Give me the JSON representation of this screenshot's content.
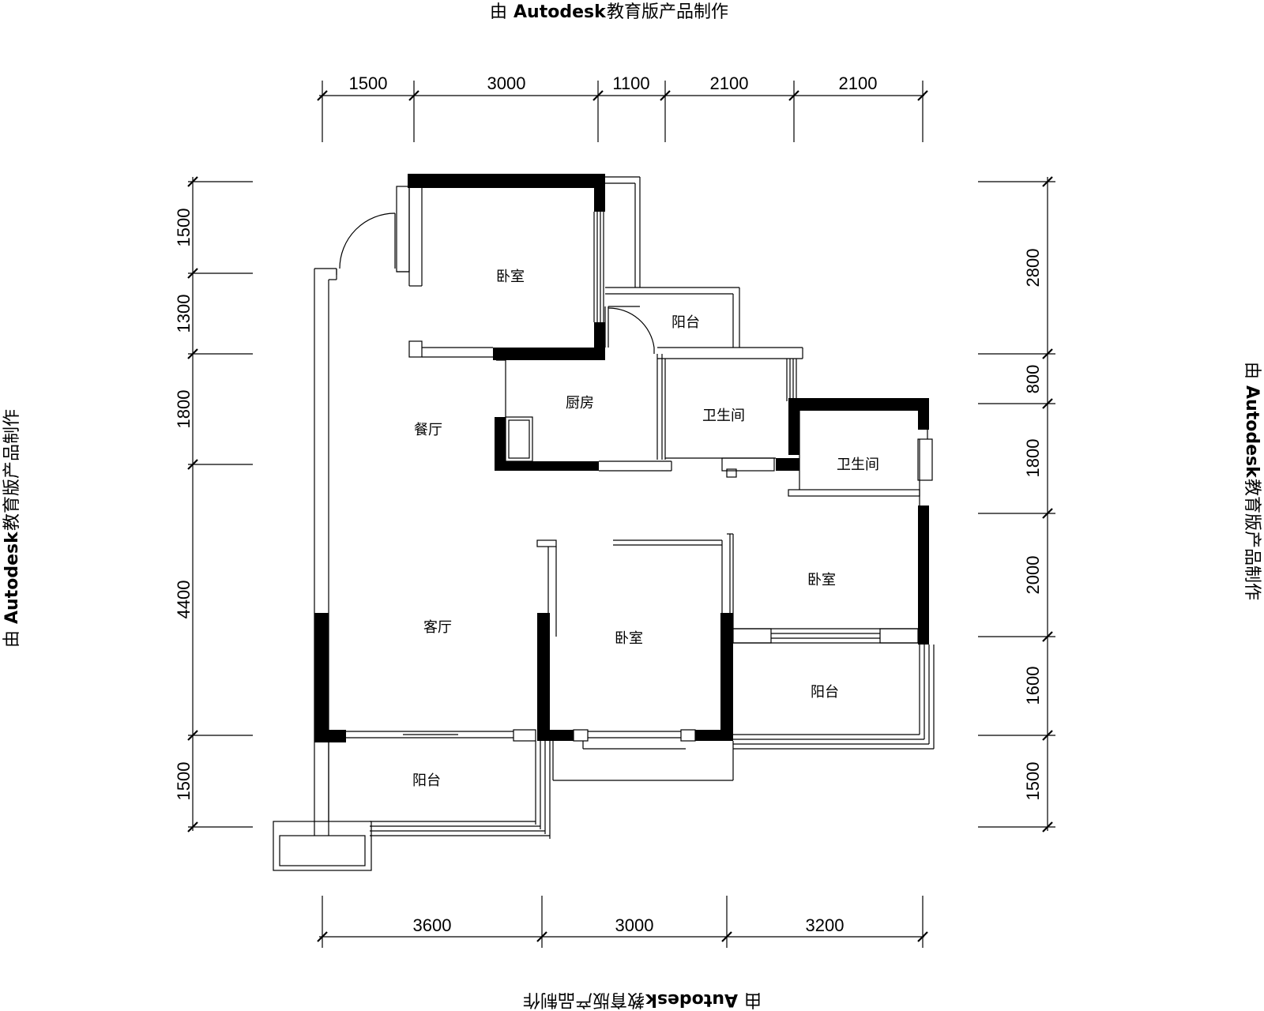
{
  "watermark": {
    "prefix": "由",
    "brand": "Autodesk",
    "suffix": "教育版产品制作"
  },
  "dimensions": {
    "top": [
      "1500",
      "3000",
      "1100",
      "2100",
      "2100"
    ],
    "bottom": [
      "3600",
      "3000",
      "3200"
    ],
    "left": [
      "1500",
      "1300",
      "1800",
      "4400",
      "1500"
    ],
    "right": [
      "2800",
      "800",
      "1800",
      "2000",
      "1600",
      "1500"
    ]
  },
  "rooms": {
    "bedroom_top": "卧室",
    "balcony_top": "阳台",
    "kitchen": "厨房",
    "bathroom_1": "卫生间",
    "bathroom_2": "卫生间",
    "dining": "餐厅",
    "living": "客厅",
    "bedroom_middle": "卧室",
    "bedroom_right": "卧室",
    "balcony_right": "阳台",
    "balcony_bottom": "阳台"
  }
}
